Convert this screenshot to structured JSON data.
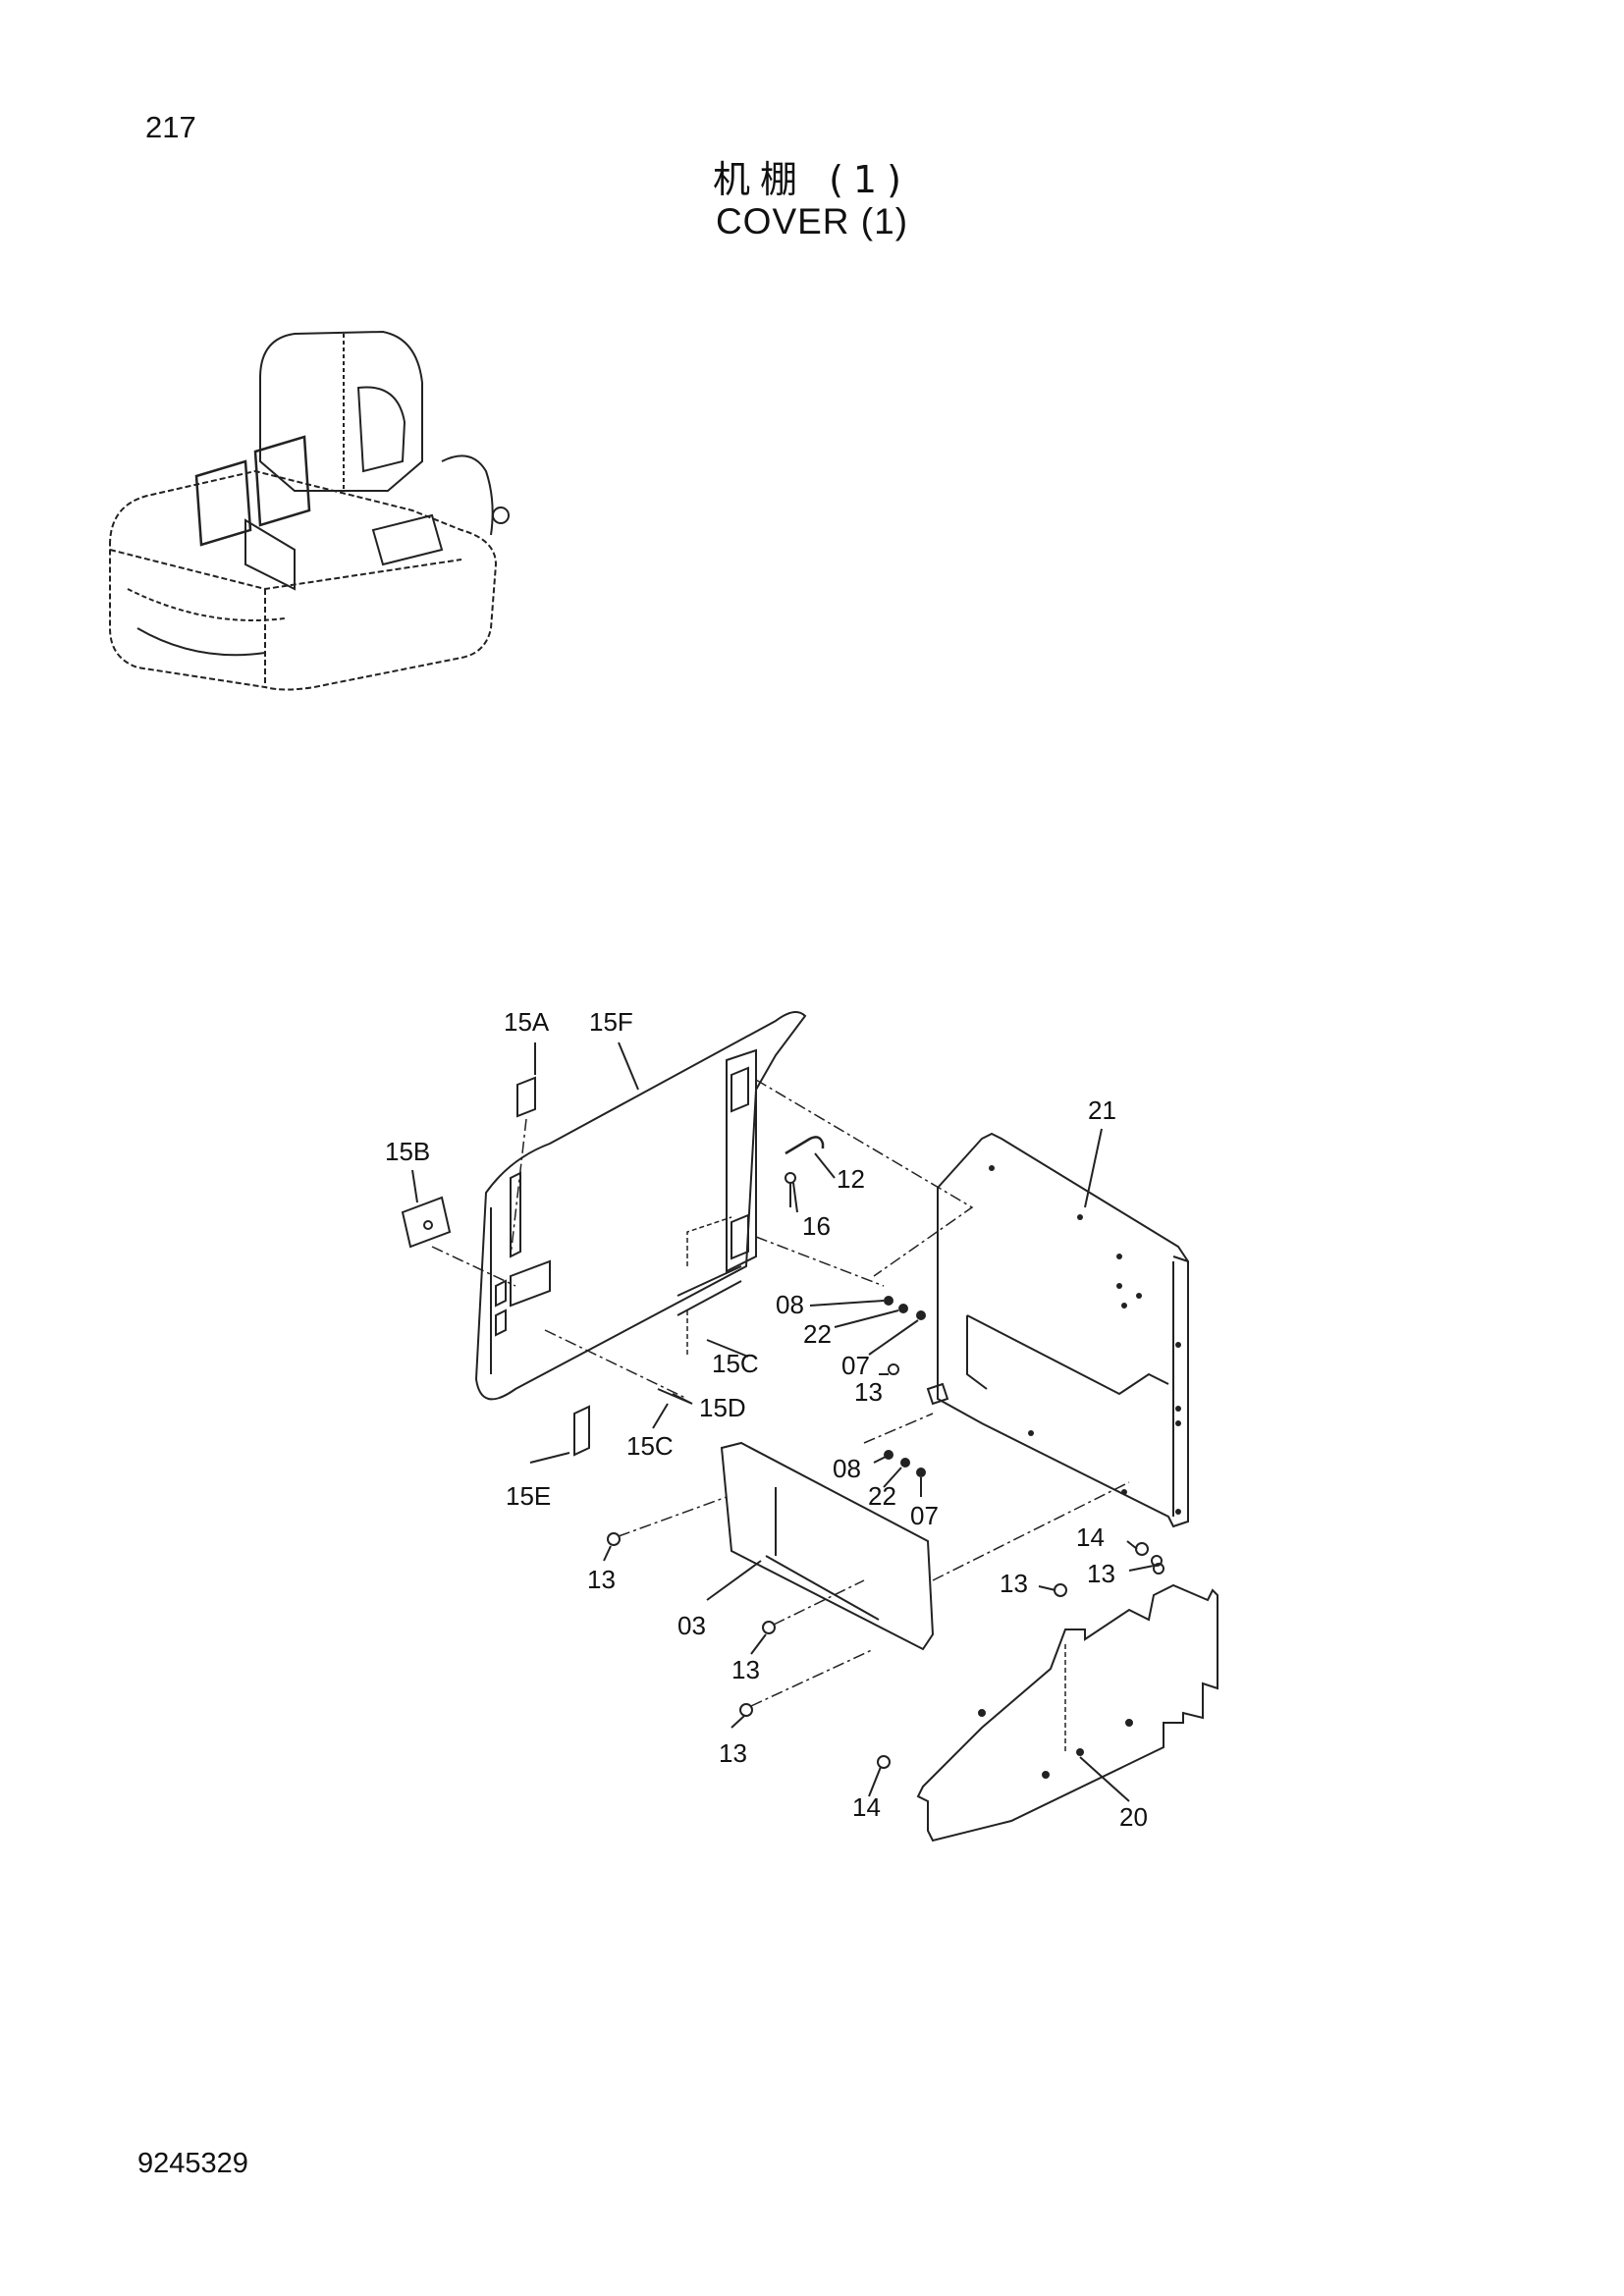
{
  "page_number": "217",
  "title_cn": "机棚 (1)",
  "title_en": "COVER (1)",
  "doc_number": "9245329",
  "callouts": {
    "c15A": "15A",
    "c15F": "15F",
    "c15B": "15B",
    "c21": "21",
    "c12": "12",
    "c16": "16",
    "c08a": "08",
    "c22a": "22",
    "c07a": "07",
    "c15C_a": "15C",
    "c13a": "13",
    "c15D": "15D",
    "c15C_b": "15C",
    "c15E": "15E",
    "c08b": "08",
    "c22b": "22",
    "c07b": "07",
    "c14a": "14",
    "c13b": "13",
    "c13c": "13",
    "c13d": "13",
    "c03": "03",
    "c13e": "13",
    "c13f": "13",
    "c14b": "14",
    "c20": "20"
  }
}
